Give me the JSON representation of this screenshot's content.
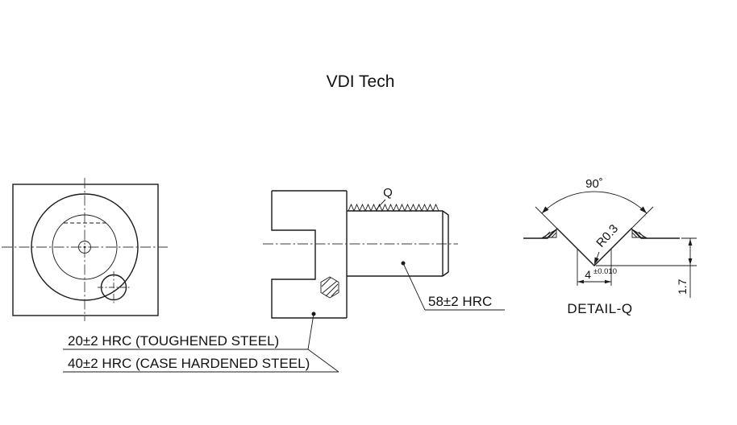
{
  "title": "VDI Tech",
  "drawing": {
    "q_label": "Q",
    "shank_note": "58±2 HRC",
    "note_toughened": "20±2 HRC (TOUGHENED STEEL)",
    "note_hardened": "40±2 HRC (CASE HARDENED STEEL)",
    "detail": {
      "angle": "90˚",
      "radius": "R0.3",
      "pitch": "4",
      "pitch_tol": "±0.010",
      "depth": "1.7",
      "label": "DETAIL-Q"
    }
  },
  "colors": {
    "line": "#1a1a1a",
    "background": "#ffffff"
  }
}
